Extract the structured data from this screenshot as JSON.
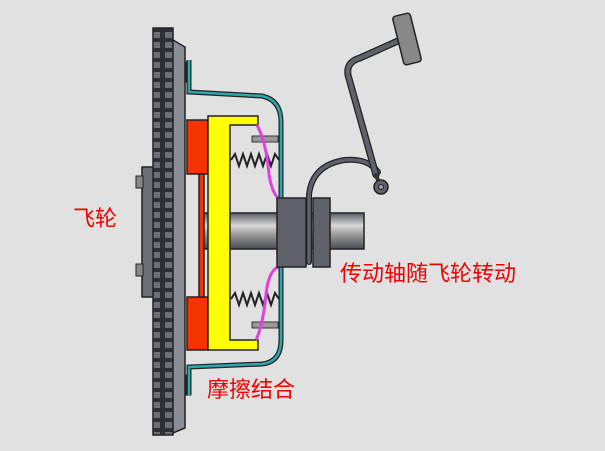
{
  "labels": {
    "flywheel": "飞轮",
    "shaft_rotates": "传动轴随飞轮转动",
    "friction_engage": "摩擦结合"
  },
  "colors": {
    "background": "#e1e1e1",
    "label": "#f00000",
    "cover": "#2aa8b0",
    "friction_disc": "#f53300",
    "pressure_plate": "#ffff00",
    "lever": "#e040e0",
    "metal": "#5a5d66"
  }
}
